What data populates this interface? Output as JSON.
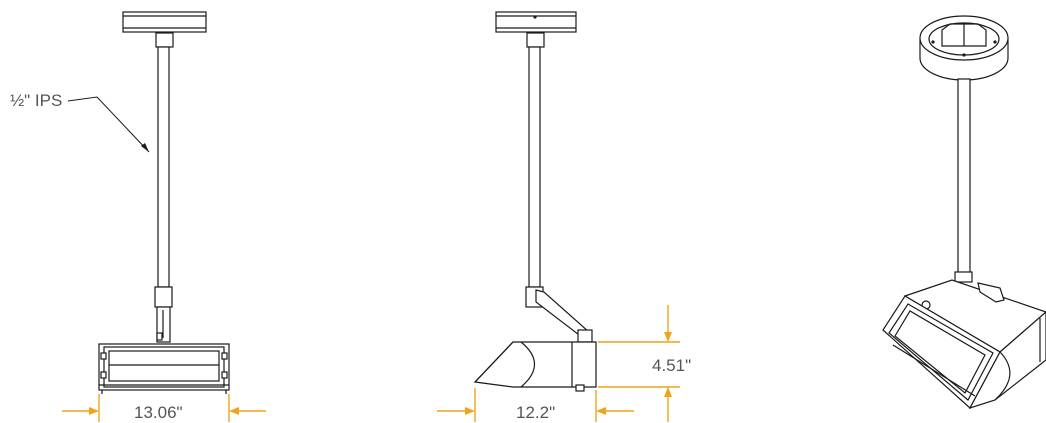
{
  "labels": {
    "pipe_size": "½\" IPS",
    "front_width": "13.06\"",
    "side_depth": "12.2\"",
    "side_height": "4.51\""
  },
  "colors": {
    "dimension": "#f0a419",
    "linework": "#1a1a1a",
    "label_text": "#555555",
    "background": "#ffffff"
  }
}
